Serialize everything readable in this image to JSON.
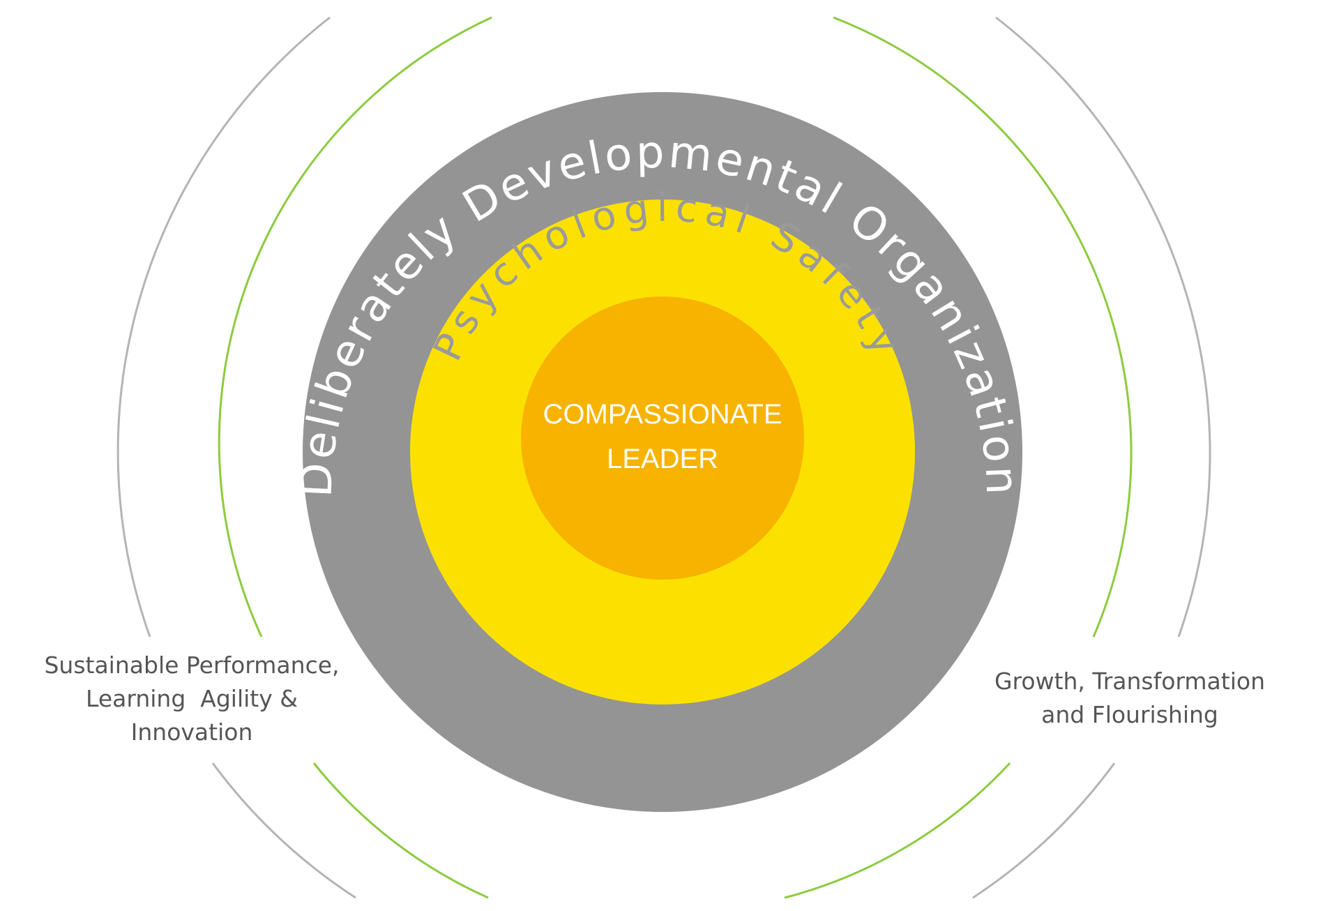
{
  "diagram": {
    "outer_ring_label": "Deliberately Developmental Organization",
    "middle_ring_label": "Psychological Safety",
    "core_label_line1": "COMPASSIONATE",
    "core_label_line2": "LEADER",
    "left_outcome": {
      "line1": "Sustainable Performance,",
      "line2": "Learning  Agility &",
      "line3": "Innovation"
    },
    "right_outcome": {
      "line1": "Growth, Transformation",
      "line2": "and Flourishing"
    }
  },
  "colors": {
    "outer_ring": "#949494",
    "middle_ring": "#FCE100",
    "core": "#F7B300",
    "green_arc": "#8CCB3E",
    "gray_arc": "#B4B4B4",
    "outer_ring_text": "#ffffff",
    "middle_ring_text": "#9a9a9a",
    "outcome_text": "#555555"
  }
}
